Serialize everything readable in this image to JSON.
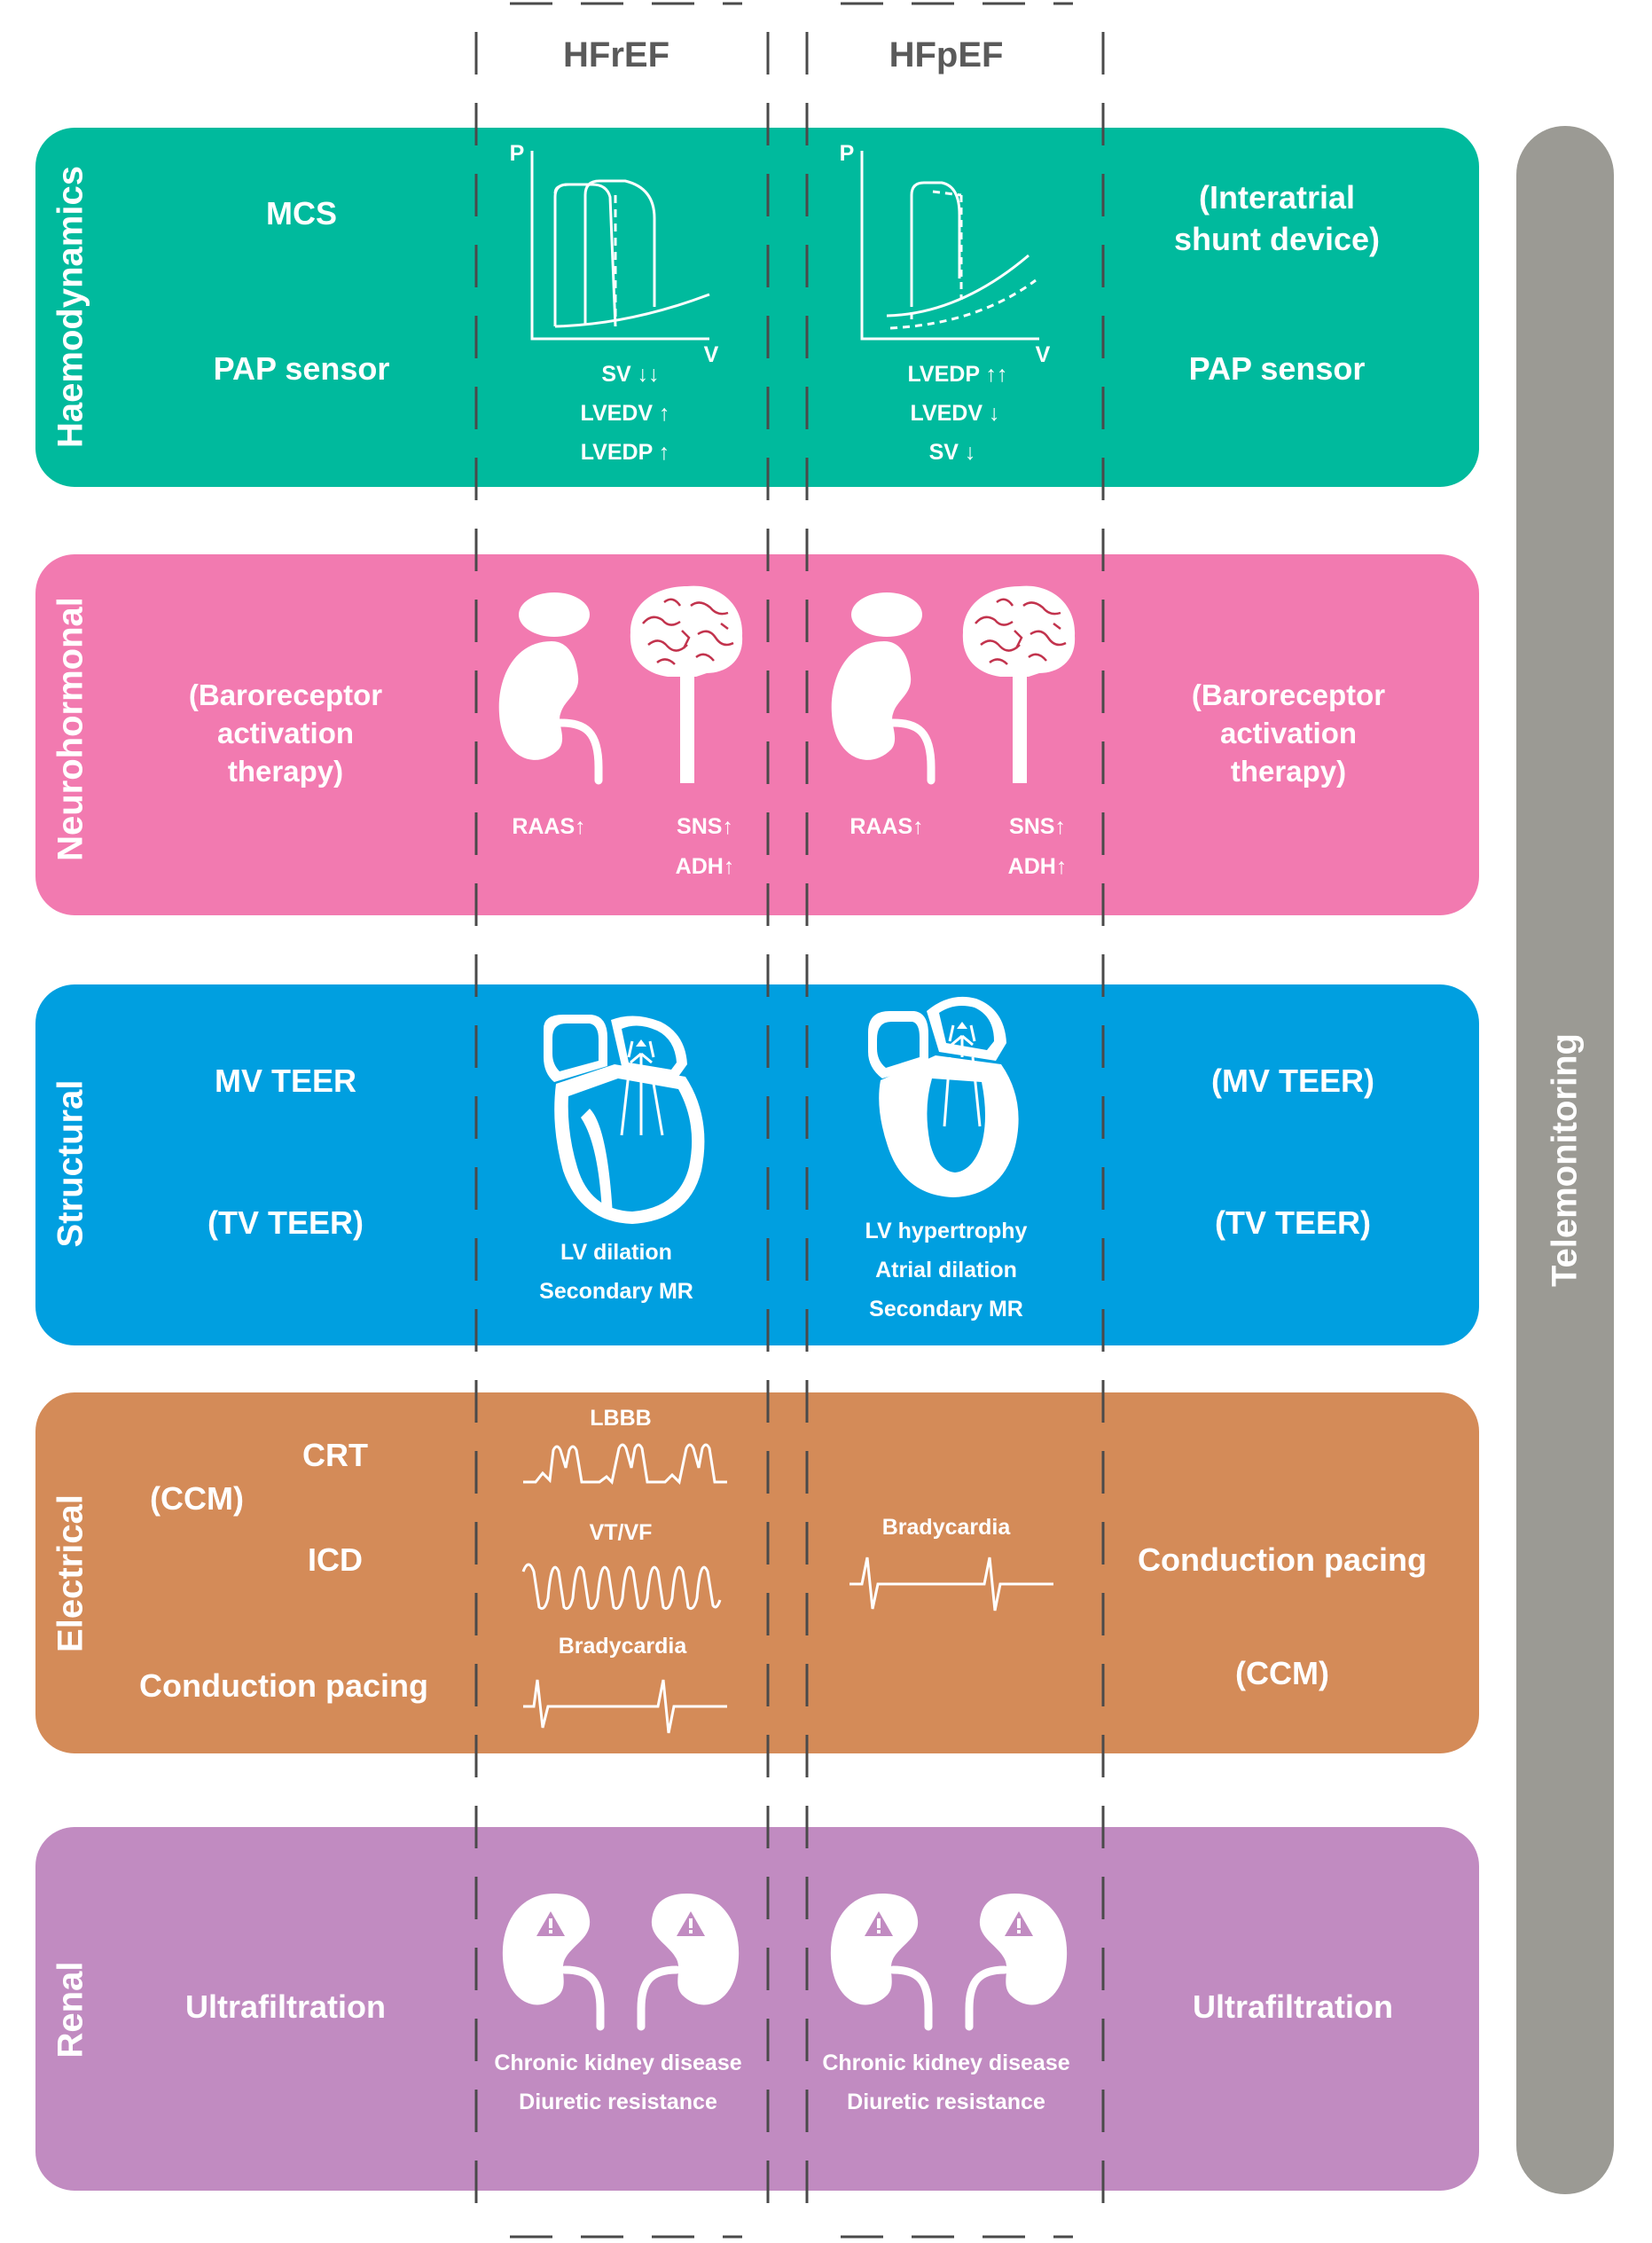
{
  "columns": {
    "hfref": "HFrEF",
    "hfpef": "HFpEF"
  },
  "telemonitoring": "Telemonitoring",
  "colors": {
    "haemodynamics": "#00ba9d",
    "neurohormonal": "#f27ab0",
    "structural": "#009fe0",
    "electrical": "#d48b58",
    "renal": "#c18bc1",
    "telemonitoring": "#9b9a94",
    "dash": "#4a4a4a"
  },
  "haemodynamics": {
    "label": "Haemodynamics",
    "left": [
      "MCS",
      "PAP sensor"
    ],
    "right": [
      "(Interatrial\nshunt device)",
      "PAP sensor"
    ],
    "axis_p": "P",
    "axis_v": "V",
    "hfref_notes": [
      "SV ↓↓",
      "LVEDV ↑",
      "LVEDP ↑"
    ],
    "hfpef_notes": [
      "LVEDP ↑↑",
      "LVEDV ↓",
      "SV ↓"
    ]
  },
  "neurohormonal": {
    "label": "Neurohormonal",
    "left": "(Baroreceptor\nactivation\ntherapy)",
    "right": "(Baroreceptor\nactivation\ntherapy)",
    "raas": "RAAS↑",
    "sns": "SNS↑",
    "adh": "ADH↑"
  },
  "structural": {
    "label": "Structural",
    "left": [
      "MV TEER",
      "(TV TEER)"
    ],
    "right": [
      "(MV TEER)",
      "(TV TEER)"
    ],
    "hfref_notes": [
      "LV dilation",
      "Secondary MR"
    ],
    "hfpef_notes": [
      "LV hypertrophy",
      "Atrial dilation",
      "Secondary MR"
    ]
  },
  "electrical": {
    "label": "Electrical",
    "crt": "CRT",
    "ccm_left": "(CCM)",
    "icd": "ICD",
    "conduction_left": "Conduction pacing",
    "lbbb": "LBBB",
    "vtvf": "VT/VF",
    "brady_left": "Bradycardia",
    "brady_right": "Bradycardia",
    "conduction_right": "Conduction pacing",
    "ccm_right": "(CCM)"
  },
  "renal": {
    "label": "Renal",
    "left": "Ultrafiltration",
    "right": "Ultrafiltration",
    "notes": [
      "Chronic kidney disease",
      "Diuretic resistance"
    ]
  }
}
